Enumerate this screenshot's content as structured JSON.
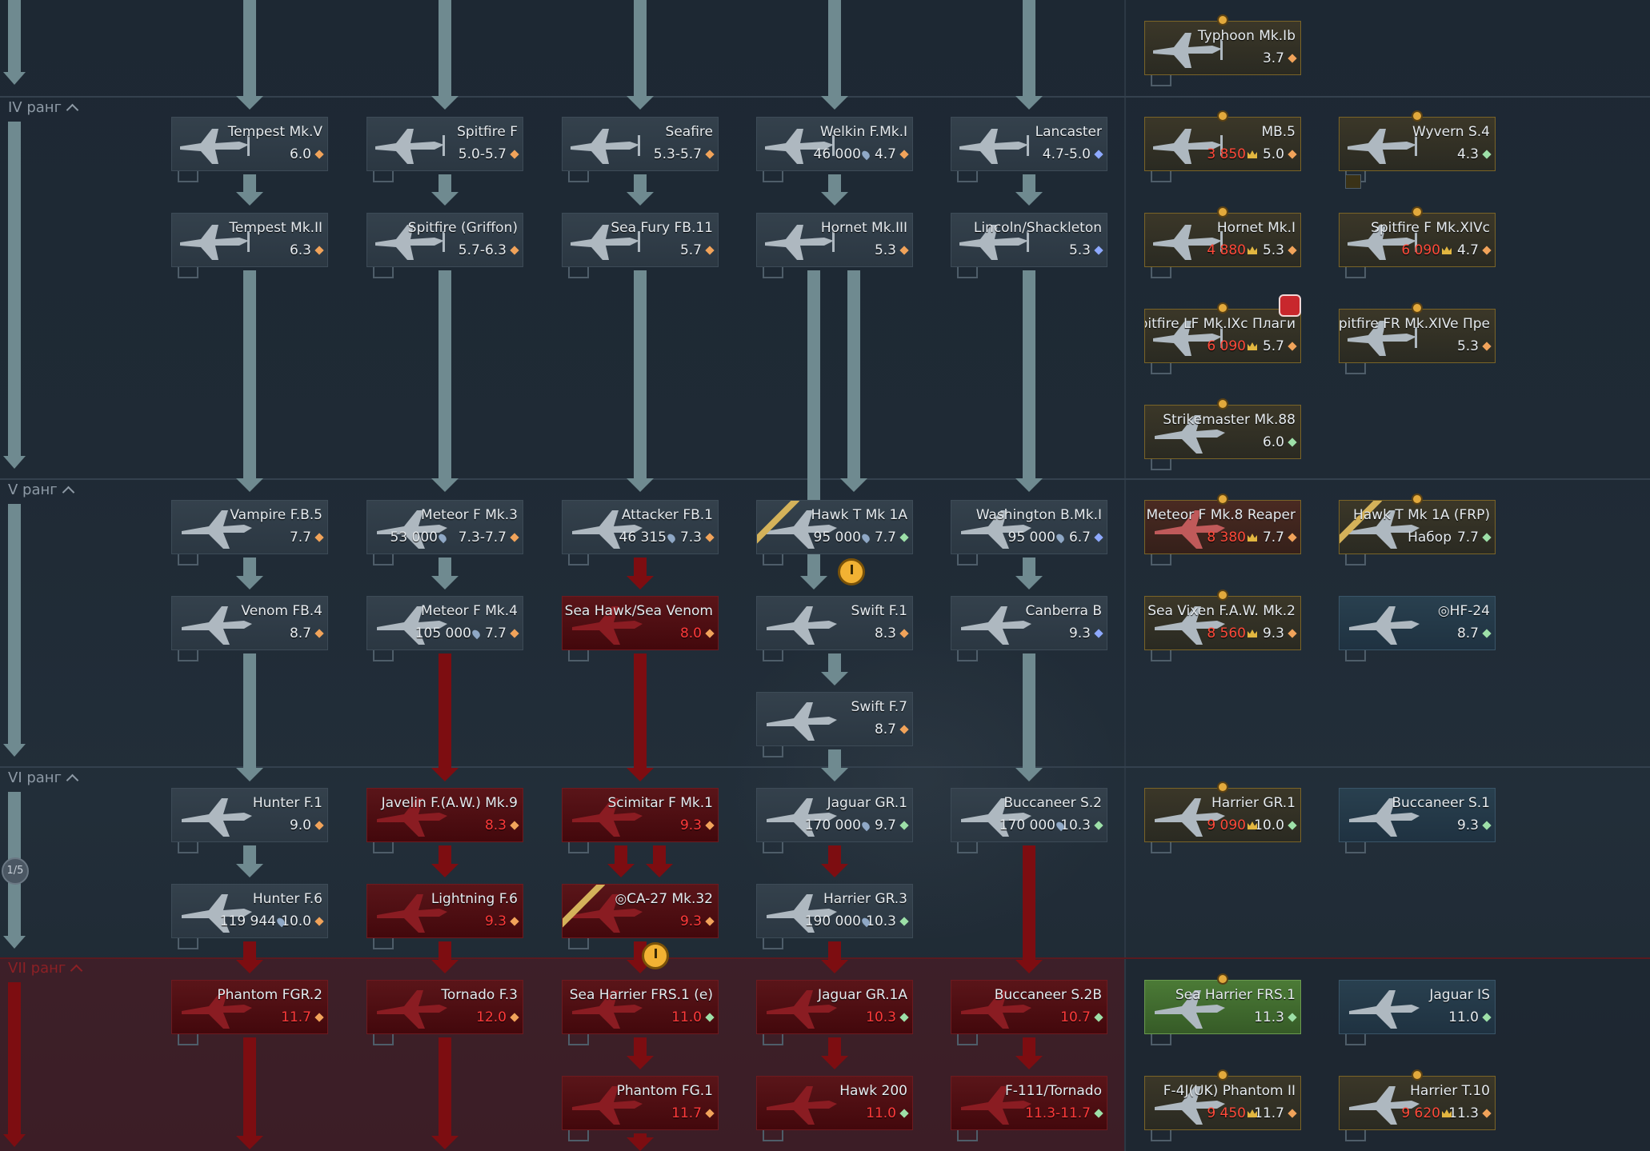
{
  "ranks": [
    {
      "label": "IV ранг"
    },
    {
      "label": "V ранг"
    },
    {
      "label": "VI ранг"
    },
    {
      "label": "VII ранг"
    }
  ],
  "progress_badge": "1/5",
  "col1": [
    {
      "name": "Tempest Mk.V",
      "br": "6.0"
    },
    {
      "name": "Tempest Mk.II",
      "br": "6.3"
    },
    {
      "name": "Vampire F.B.5",
      "br": "7.7"
    },
    {
      "name": "Venom FB.4",
      "br": "8.7"
    },
    {
      "name": "Hunter F.1",
      "br": "9.0"
    },
    {
      "name": "Hunter F.6",
      "cost": "119 944",
      "br": "10.0"
    },
    {
      "name": "Phantom FGR.2",
      "br": "11.7"
    }
  ],
  "col2": [
    {
      "name": "Spitfire F",
      "br": "5.0-5.7"
    },
    {
      "name": "Spitfire (Griffon)",
      "br": "5.7-6.3"
    },
    {
      "name": "Meteor F Mk.3",
      "cost": "53 000",
      "br": "7.3-7.7"
    },
    {
      "name": "Meteor F Mk.4",
      "cost": "105 000",
      "br": "7.7"
    },
    {
      "name": "Javelin F.(A.W.) Mk.9",
      "br": "8.3"
    },
    {
      "name": "Lightning F.6",
      "br": "9.3"
    },
    {
      "name": "Tornado F.3",
      "br": "12.0"
    }
  ],
  "col3": [
    {
      "name": "Seafire",
      "br": "5.3-5.7"
    },
    {
      "name": "Sea Fury FB.11",
      "br": "5.7"
    },
    {
      "name": "Attacker FB.1",
      "cost": "46 315",
      "br": "7.3"
    },
    {
      "name": "Sea Hawk/Sea Venom",
      "br": "8.0"
    },
    {
      "name": "Scimitar F Mk.1",
      "br": "9.3"
    },
    {
      "name": "◎CA-27 Mk.32",
      "br": "9.3"
    },
    {
      "name": "Sea Harrier FRS.1 (e)",
      "br": "11.0"
    },
    {
      "name": "Phantom FG.1",
      "br": "11.7"
    }
  ],
  "col4": [
    {
      "name": "Welkin F.Mk.I",
      "cost": "46 000",
      "br": "4.7"
    },
    {
      "name": "Hornet Mk.III",
      "br": "5.3"
    },
    {
      "name": "Hawk T Mk 1A",
      "cost": "95 000",
      "br": "7.7"
    },
    {
      "name": "Swift F.1",
      "br": "8.3"
    },
    {
      "name": "Swift F.7",
      "br": "8.7"
    },
    {
      "name": "Jaguar GR.1",
      "cost": "170 000",
      "br": "9.7"
    },
    {
      "name": "Harrier GR.3",
      "cost": "190 000",
      "br": "10.3"
    },
    {
      "name": "Jaguar GR.1A",
      "br": "10.3"
    },
    {
      "name": "Hawk 200",
      "br": "11.0"
    }
  ],
  "col5": [
    {
      "name": "Lancaster",
      "br": "4.7-5.0"
    },
    {
      "name": "Lincoln/Shackleton",
      "br": "5.3"
    },
    {
      "name": "Washington B.Mk.I",
      "cost": "95 000",
      "br": "6.7"
    },
    {
      "name": "Canberra B",
      "br": "9.3"
    },
    {
      "name": "Buccaneer S.2",
      "cost": "170 000",
      "br": "10.3"
    },
    {
      "name": "Buccaneer S.2B",
      "br": "10.7"
    },
    {
      "name": "F-111/Tornado",
      "br": "11.3-11.7"
    }
  ],
  "premium_a": [
    {
      "name": "Typhoon Mk.Ib",
      "br": "3.7"
    },
    {
      "name": "MB.5",
      "cost": "3 850",
      "br": "5.0"
    },
    {
      "name": "Hornet Mk.I",
      "cost": "4 880",
      "br": "5.3"
    },
    {
      "name": "Spitfire LF Mk.IXc Плаги",
      "cost": "6 090",
      "br": "5.7"
    },
    {
      "name": "Strikemaster Mk.88",
      "br": "6.0"
    },
    {
      "name": "Meteor F Mk.8 Reaper",
      "cost": "8 380",
      "br": "7.7"
    },
    {
      "name": "Sea Vixen F.A.W. Mk.2",
      "cost": "8 560",
      "br": "9.3"
    },
    {
      "name": "Harrier GR.1",
      "cost": "9 090",
      "br": "10.0"
    },
    {
      "name": "Sea Harrier FRS.1",
      "br": "11.3"
    },
    {
      "name": "F-4J(UK) Phantom II",
      "cost": "9 450",
      "br": "11.7"
    }
  ],
  "premium_b": [
    {
      "name": "Wyvern S.4",
      "br": "4.3"
    },
    {
      "name": "Spitfire F Mk.XIVc",
      "cost": "6 090",
      "br": "4.7"
    },
    {
      "name": "Spitfire FR Mk.XIVe Пре",
      "br": "5.3"
    },
    {
      "name": "Hawk T Mk 1A (FRP)",
      "cost": "Набор",
      "br": "7.7"
    },
    {
      "name": "◎HF-24",
      "br": "8.7"
    },
    {
      "name": "Buccaneer S.1",
      "br": "9.3"
    },
    {
      "name": "Jaguar IS",
      "br": "11.0"
    },
    {
      "name": "Harrier T.10",
      "cost": "9 620",
      "br": "11.3"
    }
  ],
  "colors": {
    "research_arrow": "#6f8a90",
    "locked_arrow": "#7d0d11",
    "premium_border": "#7a6427",
    "owned": "#4b7a36"
  }
}
